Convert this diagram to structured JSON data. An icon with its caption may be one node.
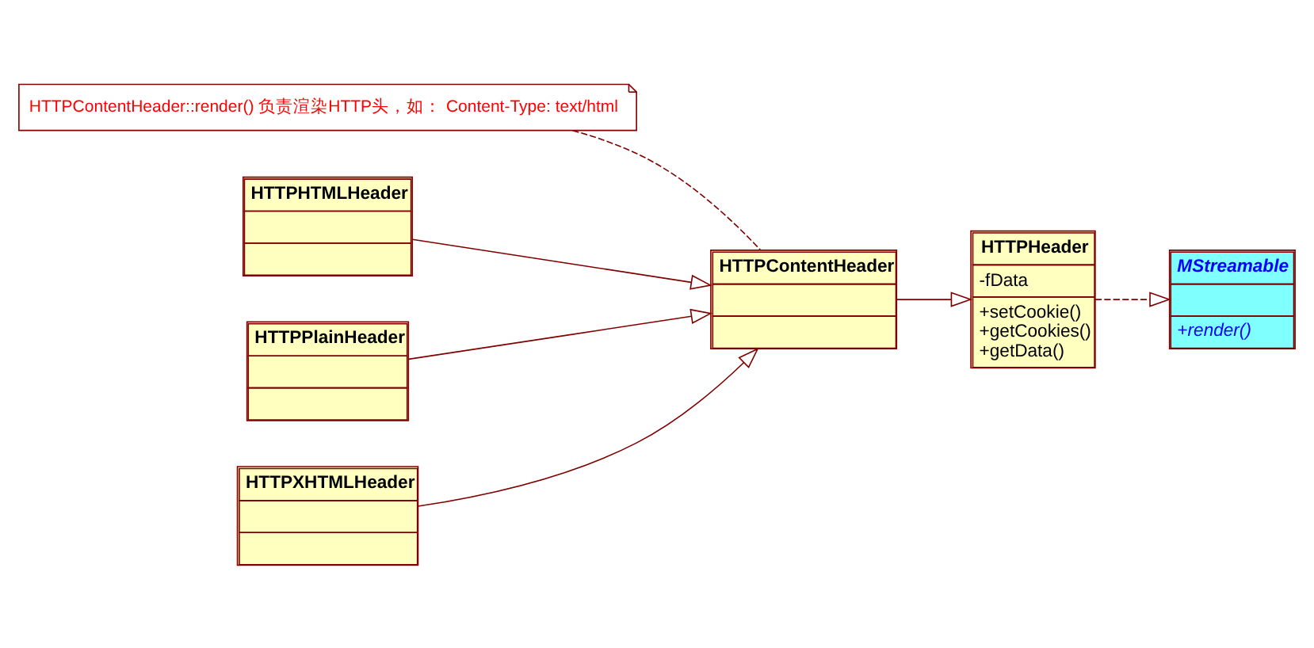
{
  "diagram": {
    "nodes": [
      {
        "text": [
          "HTTPContentHeader::render() 负责渲染HTTP头，如： Content-Type: text/html"
        ]
      },
      {
        "text": [
          "HTTPHTMLHeader"
        ]
      },
      {
        "text": [
          "HTTPHeader",
          "-fData",
          "+setCookie() +getCookies() +getData()"
        ]
      },
      {
        "text": [
          "HTTPPlainHeader"
        ]
      },
      {
        "text": [
          "HTTPContentHeader"
        ]
      },
      {
        "text": [
          "HTTPXHTMLHeader"
        ]
      },
      {
        "text": [
          "MStreamable",
          "+render()"
        ]
      }
    ],
    "edges": [
      {
        "from": 0,
        "to": 4,
        "arrow": "none",
        "style": "dashed"
      },
      {
        "from": 1,
        "to": 4,
        "arrow": "to"
      },
      {
        "from": 3,
        "to": 4,
        "arrow": "to"
      },
      {
        "from": 5,
        "to": 4,
        "arrow": "to"
      },
      {
        "from": 4,
        "to": 2,
        "arrow": "to"
      },
      {
        "from": 2,
        "to": 6,
        "arrow": "to",
        "style": "dashed"
      }
    ]
  }
}
